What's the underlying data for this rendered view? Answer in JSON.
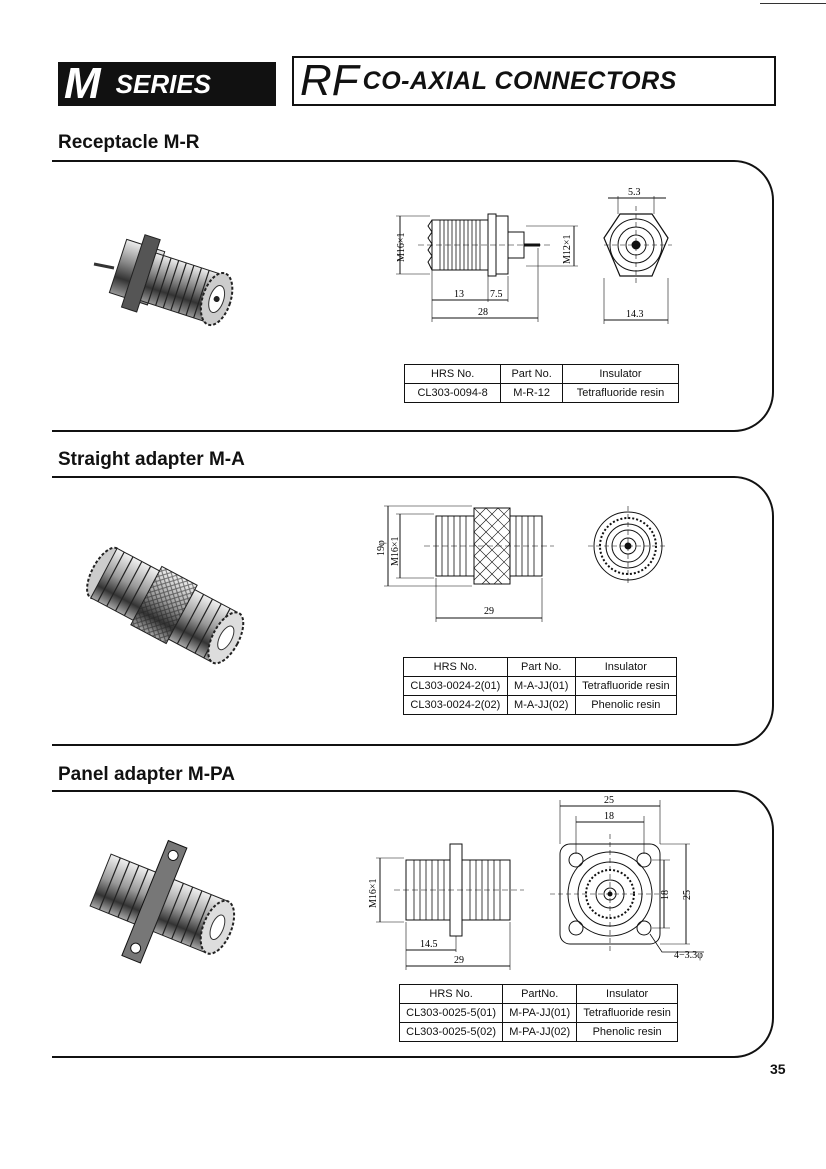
{
  "header": {
    "series_letter": "M",
    "series_word": "SERIES",
    "rf": "RF",
    "title": "CO-AXIAL CONNECTORS"
  },
  "sections": [
    {
      "title": "Receptacle M-R",
      "dims": {
        "d1": "M16×1",
        "d2": "M12×1",
        "d3": "13",
        "d4": "7.5",
        "d5": "28",
        "d6": "5.3",
        "d7": "14.3"
      },
      "table": {
        "headers": [
          "HRS No.",
          "Part No.",
          "Insulator"
        ],
        "rows": [
          [
            "CL303-0094-8",
            "M-R-12",
            "Tetrafluoride resin"
          ]
        ]
      }
    },
    {
      "title": "Straight adapter M-A",
      "dims": {
        "d1": "19φ",
        "d2": "M16×1",
        "d3": "29"
      },
      "table": {
        "headers": [
          "HRS No.",
          "Part No.",
          "Insulator"
        ],
        "rows": [
          [
            "CL303-0024-2(01)",
            "M-A-JJ(01)",
            "Tetrafluoride resin"
          ],
          [
            "CL303-0024-2(02)",
            "M-A-JJ(02)",
            "Phenolic resin"
          ]
        ]
      }
    },
    {
      "title": "Panel adapter M-PA",
      "dims": {
        "d1": "M16×1",
        "d2": "14.5",
        "d3": "29",
        "d4": "25",
        "d5": "18",
        "d6": "18",
        "d7": "25",
        "d8": "4−3.3φ"
      },
      "table": {
        "headers": [
          "HRS No.",
          "PartNo.",
          "Insulator"
        ],
        "rows": [
          [
            "CL303-0025-5(01)",
            "M-PA-JJ(01)",
            "Tetrafluoride resin"
          ],
          [
            "CL303-0025-5(02)",
            "M-PA-JJ(02)",
            "Phenolic resin"
          ]
        ]
      }
    }
  ],
  "page_number": "35"
}
